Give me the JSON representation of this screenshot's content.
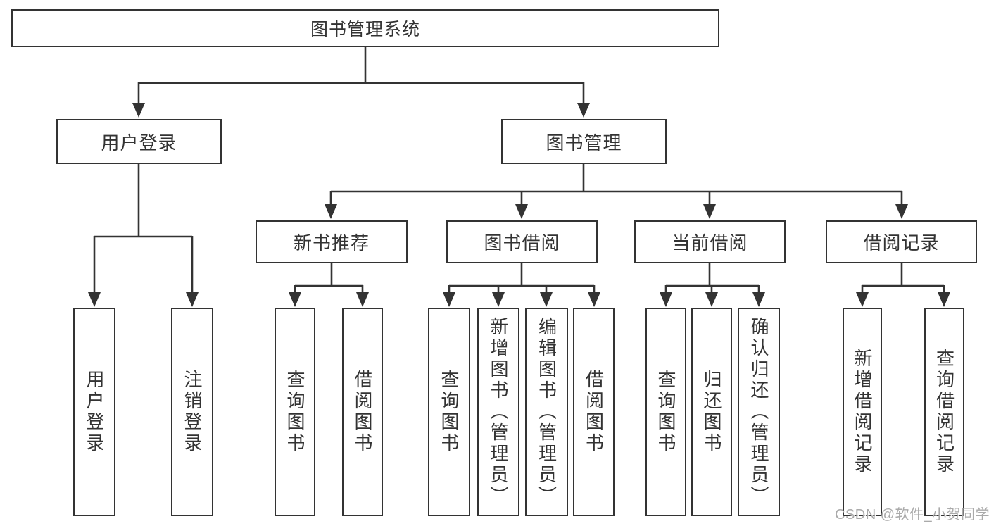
{
  "tree": {
    "label": "图书管理系统",
    "children": [
      {
        "label": "用户登录",
        "children": [
          {
            "label": "用户登录"
          },
          {
            "label": "注销登录"
          }
        ]
      },
      {
        "label": "图书管理",
        "children": [
          {
            "label": "新书推荐",
            "children": [
              {
                "label": "查询图书"
              },
              {
                "label": "借阅图书"
              }
            ]
          },
          {
            "label": "图书借阅",
            "children": [
              {
                "label": "查询图书"
              },
              {
                "label": "新增图书（管理员）"
              },
              {
                "label": "编辑图书（管理员）"
              },
              {
                "label": "借阅图书"
              }
            ]
          },
          {
            "label": "当前借阅",
            "children": [
              {
                "label": "查询图书"
              },
              {
                "label": "归还图书"
              },
              {
                "label": "确认归还（管理员）"
              }
            ]
          },
          {
            "label": "借阅记录",
            "children": [
              {
                "label": "新增借阅记录"
              },
              {
                "label": "查询借阅记录"
              }
            ]
          }
        ]
      }
    ]
  },
  "watermark": {
    "text": "CSDN @软件_小贺同学"
  },
  "colors": {
    "line": "#333333",
    "box_border": "#333333",
    "text": "#333333",
    "watermark_text": "#aaaaaa",
    "background": "#ffffff"
  }
}
